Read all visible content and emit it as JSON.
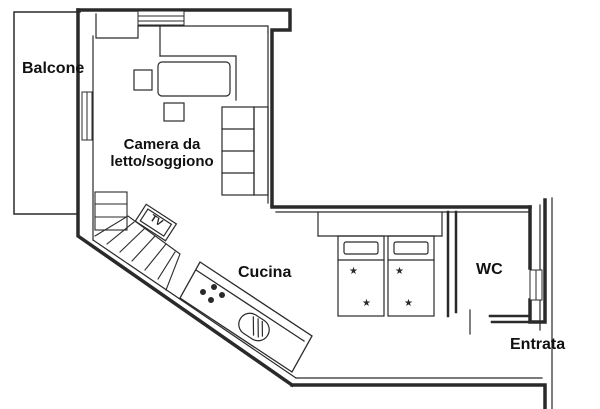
{
  "rooms": {
    "balcone": "Balcone",
    "camera_line1": "Camera da",
    "camera_line2": "letto/soggiono",
    "cucina": "Cucina",
    "wc": "WC",
    "entrata": "Entrata"
  },
  "appliances": {
    "tv": "TV"
  },
  "colors": {
    "wall": "#2a2a2a",
    "line": "#3a3a3a",
    "background": "#ffffff"
  }
}
